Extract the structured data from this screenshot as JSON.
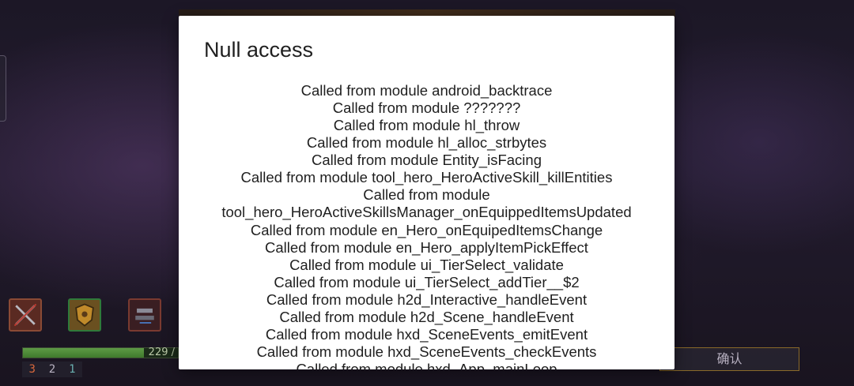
{
  "dialog": {
    "title": "Null access",
    "trace": [
      "Called from module android_backtrace",
      "Called from module ???????",
      "Called from module hl_throw",
      "Called from module hl_alloc_strbytes",
      "Called from module Entity_isFacing",
      "Called from module tool_hero_HeroActiveSkill_killEntities",
      "Called from module",
      "tool_hero_HeroActiveSkillsManager_onEquippedItemsUpdated",
      "Called from module en_Hero_onEquipedItemsChange",
      "Called from module en_Hero_applyItemPickEffect",
      "Called from module ui_TierSelect_validate",
      "Called from module ui_TierSelect_addTier__$2",
      "Called from module h2d_Interactive_handleEvent",
      "Called from module h2d_Scene_handleEvent",
      "Called from module hxd_SceneEvents_emitEvent",
      "Called from module hxd_SceneEvents_checkEvents",
      "Called from module hxd_App_mainLoop"
    ]
  },
  "game": {
    "health_text": "229 /",
    "health_fraction": 0.78,
    "counters": [
      "3",
      "2",
      "1"
    ],
    "confirm_label": "确认",
    "skill_slots": [
      "crossed-weapons-icon",
      "shield-icon",
      "turret-icon"
    ]
  },
  "colors": {
    "dialog_bg": "#ffffff",
    "dialog_text": "#1f1f1f",
    "health_green": "#4e8a38",
    "counter_orange": "#d9683c",
    "counter_teal": "#6ab0b0"
  }
}
